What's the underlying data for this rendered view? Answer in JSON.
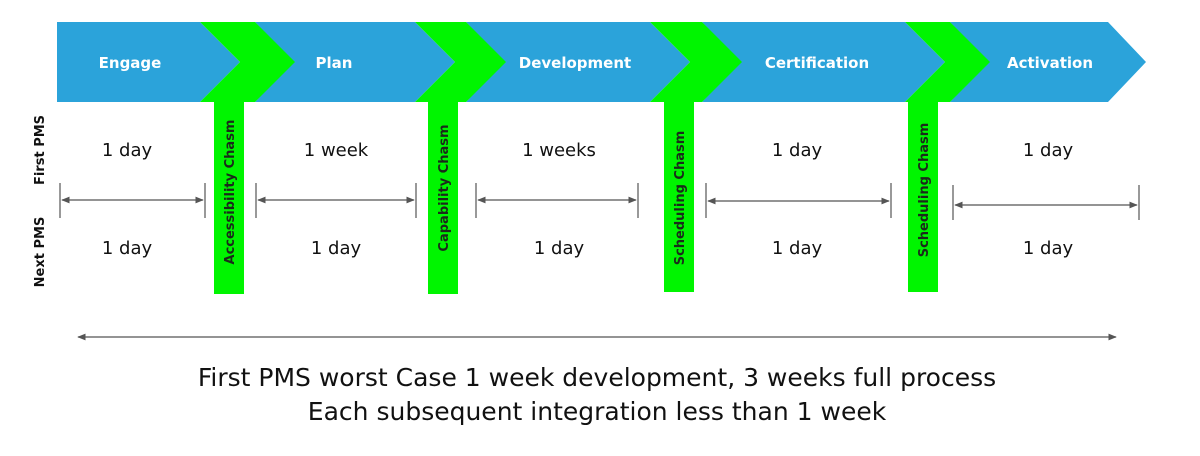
{
  "colors": {
    "stage": "#2ba3da",
    "chasm": "#00f500",
    "arrow": "#555555",
    "text": "#111111"
  },
  "rows": {
    "first": "First PMS",
    "next": "Next PMS"
  },
  "stages": [
    {
      "label": "Engage",
      "first": "1 day",
      "next": "1 day"
    },
    {
      "label": "Plan",
      "first": "1 week",
      "next": "1 day"
    },
    {
      "label": "Development",
      "first": "1 weeks",
      "next": "1 day"
    },
    {
      "label": "Certification",
      "first": "1 day",
      "next": "1 day"
    },
    {
      "label": "Activation",
      "first": "1 day",
      "next": "1 day"
    }
  ],
  "chasms": [
    "Accessibility Chasm",
    "Capability Chasm",
    "Scheduling Chasm",
    "Scheduling Chasm"
  ],
  "summary": {
    "line1": "First PMS worst Case 1 week development, 3 weeks full process",
    "line2": "Each subsequent integration less than 1 week"
  }
}
